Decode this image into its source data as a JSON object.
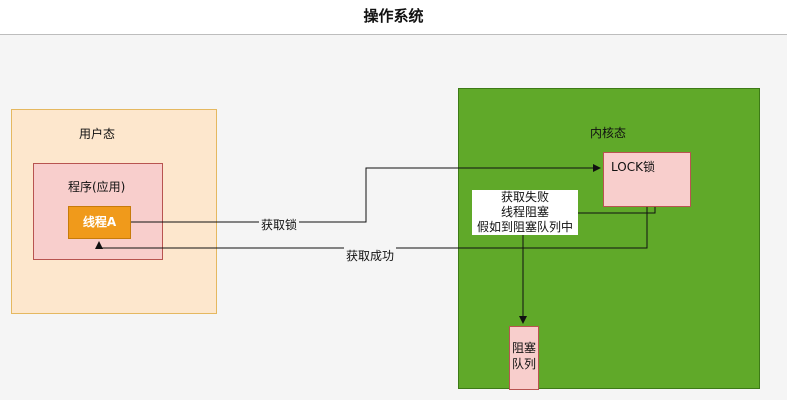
{
  "title": "操作系统",
  "nodes": {
    "user_space": "用户态",
    "kernel_space": "内核态",
    "program": "程序(应用)",
    "thread": "线程A",
    "lock": "LOCK锁",
    "blocked_queue": [
      "阻塞",
      "队列"
    ]
  },
  "edges": {
    "acquire_lock": "获取锁",
    "acquire_success": "获取成功",
    "acquire_fail": [
      "获取失败",
      "线程阻塞",
      "假如到阻塞队列中"
    ]
  },
  "colors": {
    "user_space_fill": "#fde7cd",
    "kernel_fill": "#60a929",
    "program_fill": "#f8cecc",
    "thread_fill": "#f09a1b"
  }
}
